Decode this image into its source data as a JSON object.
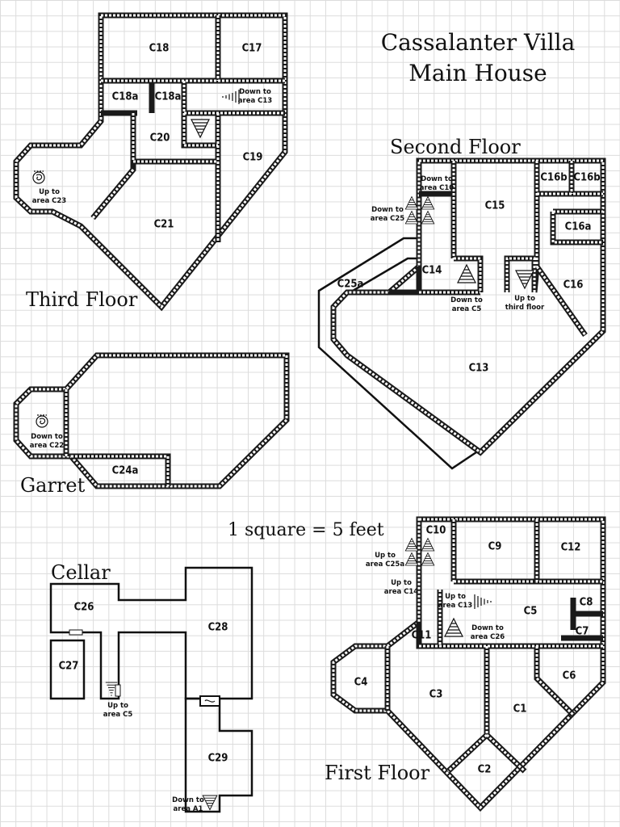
{
  "title": {
    "line1": "Cassalanter Villa",
    "line2": "Main House"
  },
  "scale": "1 square = 5 feet",
  "floors": {
    "third": "Third Floor",
    "second": "Second Floor",
    "garret": "Garret",
    "first": "First Floor",
    "cellar": "Cellar"
  },
  "rooms": {
    "C18": "C18",
    "C17": "C17",
    "C18a_1": "C18a",
    "C18a_2": "C18a",
    "C20": "C20",
    "C19": "C19",
    "C21": "C21",
    "C15": "C15",
    "C16b_1": "C16b",
    "C16b_2": "C16b",
    "C16a": "C16a",
    "C16": "C16",
    "C14": "C14",
    "C25a": "C25a",
    "C13": "C13",
    "C24a": "C24a",
    "C10": "C10",
    "C9": "C9",
    "C12": "C12",
    "C5": "C5",
    "C8": "C8",
    "C7": "C7",
    "C11": "C11",
    "C4": "C4",
    "C3": "C3",
    "C1": "C1",
    "C6": "C6",
    "C2": "C2",
    "C26": "C26",
    "C27": "C27",
    "C28": "C28",
    "C29": "C29"
  },
  "notes": {
    "down_c13_l1": "Down to",
    "down_c13_l2": "area C13",
    "up_c23_l1": "Up to",
    "up_c23_l2": "area C23",
    "down_c10_l1": "Down to",
    "down_c10_l2": "area C10",
    "down_c25_l1": "Down to",
    "down_c25_l2": "area C25",
    "down_c5_l1": "Down to",
    "down_c5_l2": "area C5",
    "up_third_l1": "Up to",
    "up_third_l2": "third floor",
    "down_c22_l1": "Down to",
    "down_c22_l2": "area C22",
    "up_c25a_l1": "Up to",
    "up_c25a_l2": "area C25a",
    "up_c14_l1": "Up to",
    "up_c14_l2": "area C14",
    "up_c13_l1": "Up to",
    "up_c13_l2": "area C13",
    "down_c26_l1": "Down to",
    "down_c26_l2": "area C26",
    "up_c5_l1": "Up to",
    "up_c5_l2": "area C5",
    "down_a1_l1": "Down to",
    "down_a1_l2": "area A1"
  }
}
